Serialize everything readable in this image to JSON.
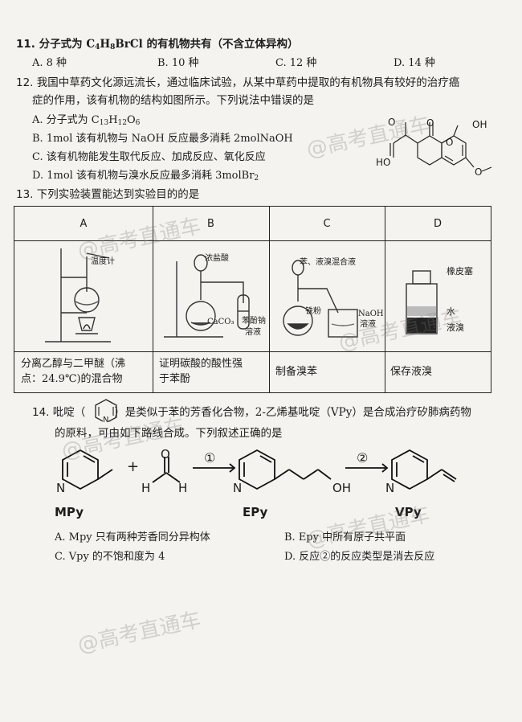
{
  "q11": {
    "number": "11.",
    "stem_pre": "分子式为 C",
    "sub1": "4",
    "mid1": "H",
    "sub2": "8",
    "stem_post": "BrCl 的有机物共有（不含立体异构）",
    "options": [
      "A.  8 种",
      "B.  10 种",
      "C.  12 种",
      "D.  14 种"
    ]
  },
  "q12": {
    "number": "12.",
    "stem_line1": "我国中草药文化源远流长，通过临床试验，从某中草药中提取的有机物具有较好的治疗癌",
    "stem_line2": "症的作用，该有机物的结构如图所示。下列说法中错误的是",
    "optA_pre": "A.  分子式为 C",
    "optA_s1": "13",
    "optA_mid": "H",
    "optA_s2": "12",
    "optA_mid2": "O",
    "optA_s3": "6",
    "optB": "B.  1mol 该有机物与 NaOH 反应最多消耗 2molNaOH",
    "optC": "C.  该有机物能发生取代反应、加成反应、氧化反应",
    "optD_pre": "D.  1mol 该有机物与溴水反应最多消耗 3molBr",
    "optD_sub": "2",
    "mol_labels": {
      "oh": "OH",
      "o1": "O",
      "o2": "O",
      "ho": "HO",
      "o3": "O",
      "o4": "O"
    }
  },
  "q13": {
    "number": "13.",
    "stem": "下列实验装置能达到实验目的的是",
    "headers": [
      "A",
      "B",
      "C",
      "D"
    ],
    "captions": [
      [
        "分离乙醇与二甲醚（沸",
        "点：24.9℃)的混合物"
      ],
      [
        "证明碳酸的酸性强",
        "于苯酚"
      ],
      [
        "制备溴苯"
      ],
      [
        "保存液溴"
      ]
    ],
    "labels": {
      "thermometer": "温度计",
      "hcl": "浓盐酸",
      "caco3": "CaCO₃",
      "phenolate1": "苯酚钠",
      "phenolate2": "溶液",
      "mix": "苯、液溴混合液",
      "iron": "铁粉",
      "naoh1": "NaOH",
      "naoh2": "溶液",
      "stopper": "橡皮塞",
      "water": "水",
      "bromine": "液溴"
    }
  },
  "q14": {
    "number": "14.",
    "stem_line1_pre": "吡啶（",
    "stem_line1_post": "）是类似于苯的芳香化合物，2-乙烯基吡啶（VPy）是合成治疗矽肺病药物",
    "stem_line2": "的原料，可由如下路线合成。下列叙述正确的是",
    "N": "N",
    "plus": "+",
    "step1": "①",
    "step2": "②",
    "formaldehyde": {
      "O": "O",
      "H1": "H",
      "H2": "H"
    },
    "oh": "OH",
    "names": [
      "MPy",
      "EPy",
      "VPy"
    ],
    "optA": "A.  Mpy 只有两种芳香同分异构体",
    "optB": "B.  Epy 中所有原子共平面",
    "optC": "C.  Vpy 的不饱和度为 4",
    "optD": "D.  反应②的反应类型是消去反应"
  },
  "watermark": "@高考直通车"
}
